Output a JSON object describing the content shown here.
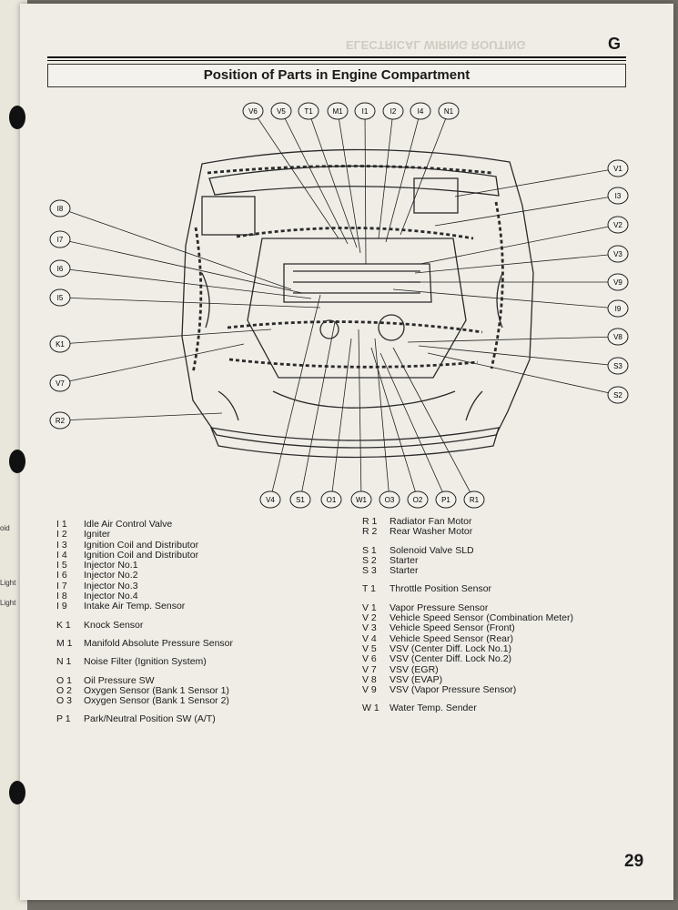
{
  "header": {
    "section_letter": "G",
    "ghost_title": "ELECTRICAL WIRING ROUTING"
  },
  "title": "Position of Parts in Engine Compartment",
  "left_margin_fragments": [
    "oid",
    "Light",
    "Light"
  ],
  "diagram_labels": {
    "top": [
      "V6",
      "V5",
      "T1",
      "M1",
      "I1",
      "I2",
      "I4",
      "N1"
    ],
    "right": [
      "V1",
      "I3",
      "V2",
      "V3",
      "V9",
      "I9",
      "V8",
      "S3",
      "S2"
    ],
    "left": [
      "I8",
      "I7",
      "I6",
      "I5",
      "K1",
      "V7",
      "R2"
    ],
    "bottom": [
      "V4",
      "S1",
      "O1",
      "W1",
      "O3",
      "O2",
      "P1",
      "R1"
    ]
  },
  "legend_left": [
    {
      "code": "I 1",
      "name": "Idle Air Control Valve"
    },
    {
      "code": "I 2",
      "name": "Igniter"
    },
    {
      "code": "I 3",
      "name": "Ignition Coil and Distributor"
    },
    {
      "code": "I 4",
      "name": "Ignition Coil and Distributor"
    },
    {
      "code": "I 5",
      "name": "Injector No.1"
    },
    {
      "code": "I 6",
      "name": "Injector No.2"
    },
    {
      "code": "I 7",
      "name": "Injector No.3"
    },
    {
      "code": "I 8",
      "name": "Injector No.4"
    },
    {
      "code": "I 9",
      "name": "Intake Air Temp. Sensor"
    },
    {
      "code": "",
      "name": ""
    },
    {
      "code": "K 1",
      "name": "Knock Sensor"
    },
    {
      "code": "",
      "name": ""
    },
    {
      "code": "M 1",
      "name": "Manifold Absolute Pressure Sensor"
    },
    {
      "code": "",
      "name": ""
    },
    {
      "code": "N 1",
      "name": "Noise Filter (Ignition System)"
    },
    {
      "code": "",
      "name": ""
    },
    {
      "code": "O 1",
      "name": "Oil Pressure SW"
    },
    {
      "code": "O 2",
      "name": "Oxygen Sensor (Bank 1 Sensor 1)"
    },
    {
      "code": "O 3",
      "name": "Oxygen Sensor (Bank 1 Sensor 2)"
    },
    {
      "code": "",
      "name": ""
    },
    {
      "code": "P 1",
      "name": "Park/Neutral Position SW (A/T)"
    }
  ],
  "legend_right": [
    {
      "code": "R 1",
      "name": "Radiator Fan Motor"
    },
    {
      "code": "R 2",
      "name": "Rear Washer Motor"
    },
    {
      "code": "",
      "name": ""
    },
    {
      "code": "S 1",
      "name": "Solenoid Valve SLD"
    },
    {
      "code": "S 2",
      "name": "Starter"
    },
    {
      "code": "S 3",
      "name": "Starter"
    },
    {
      "code": "",
      "name": ""
    },
    {
      "code": "T 1",
      "name": "Throttle Position Sensor"
    },
    {
      "code": "",
      "name": ""
    },
    {
      "code": "V 1",
      "name": "Vapor Pressure Sensor"
    },
    {
      "code": "V 2",
      "name": "Vehicle Speed Sensor (Combination Meter)"
    },
    {
      "code": "V 3",
      "name": "Vehicle Speed Sensor (Front)"
    },
    {
      "code": "V 4",
      "name": "Vehicle Speed Sensor (Rear)"
    },
    {
      "code": "V 5",
      "name": "VSV (Center Diff. Lock No.1)"
    },
    {
      "code": "V 6",
      "name": "VSV (Center Diff. Lock No.2)"
    },
    {
      "code": "V 7",
      "name": "VSV (EGR)"
    },
    {
      "code": "V 8",
      "name": "VSV (EVAP)"
    },
    {
      "code": "V 9",
      "name": "VSV (Vapor Pressure Sensor)"
    },
    {
      "code": "",
      "name": ""
    },
    {
      "code": "W 1",
      "name": "Water Temp. Sender"
    }
  ],
  "page_number": "29"
}
